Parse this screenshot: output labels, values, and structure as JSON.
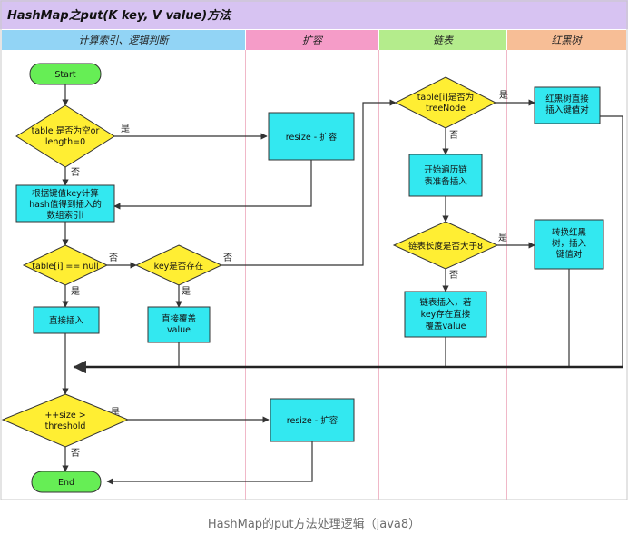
{
  "title": "HashMap之put(K key, V value)方法",
  "lanes": [
    "计算索引、逻辑判断",
    "扩容",
    "链表",
    "红黑树"
  ],
  "nodes": {
    "start": "Start",
    "table_empty": [
      "table 是否为空or",
      "length=0"
    ],
    "resize1": "resize - 扩容",
    "compute_index": [
      "根据键值key计算",
      "hash值得到插入的",
      "数组索引i"
    ],
    "table_i_null": "table[i] == null",
    "key_exists": "key是否存在",
    "direct_insert": "直接插入",
    "direct_overwrite": [
      "直接覆盖",
      "value"
    ],
    "is_treenode": [
      "table[i]是否为",
      "treeNode"
    ],
    "rbtree_insert": [
      "红黑树直接",
      "插入键值对"
    ],
    "traverse_list": [
      "开始遍历链",
      "表准备插入"
    ],
    "list_len_gt8": "链表长度是否大于8",
    "convert_rbtree": [
      "转换红黑",
      "树，插入",
      "键值对"
    ],
    "list_insert": [
      "链表插入，若",
      "key存在直接",
      "覆盖value"
    ],
    "size_threshold": [
      "++size >",
      "threshold"
    ],
    "resize2": "resize - 扩容",
    "end": "End"
  },
  "labels": {
    "yes": "是",
    "no": "否"
  },
  "caption": "HashMap的put方法处理逻辑（java8）",
  "colors": {
    "title_bg": "#d7c3f2",
    "lane1": "#92d4f5",
    "lane2": "#f59cc8",
    "lane3": "#b4ec8c",
    "lane4": "#f7be96",
    "process": "#33e8f0",
    "decision": "#ffee33",
    "terminal": "#66ee55"
  }
}
